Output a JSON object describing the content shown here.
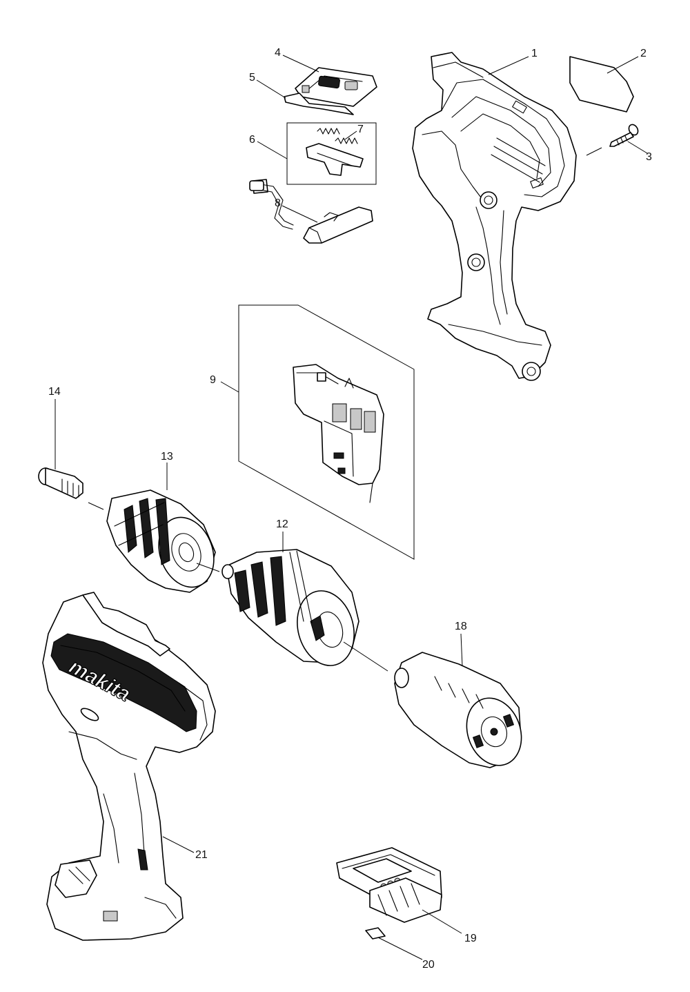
{
  "brand_text": "makita",
  "callouts": [
    {
      "id": "1",
      "label": "1"
    },
    {
      "id": "2",
      "label": "2"
    },
    {
      "id": "3",
      "label": "3"
    },
    {
      "id": "4",
      "label": "4"
    },
    {
      "id": "5",
      "label": "5"
    },
    {
      "id": "6",
      "label": "6"
    },
    {
      "id": "7",
      "label": "7"
    },
    {
      "id": "8",
      "label": "8"
    },
    {
      "id": "9",
      "label": "9"
    },
    {
      "id": "12",
      "label": "12"
    },
    {
      "id": "13",
      "label": "13"
    },
    {
      "id": "14",
      "label": "14"
    },
    {
      "id": "18",
      "label": "18"
    },
    {
      "id": "19",
      "label": "19"
    },
    {
      "id": "20",
      "label": "20"
    },
    {
      "id": "21",
      "label": "21"
    }
  ]
}
